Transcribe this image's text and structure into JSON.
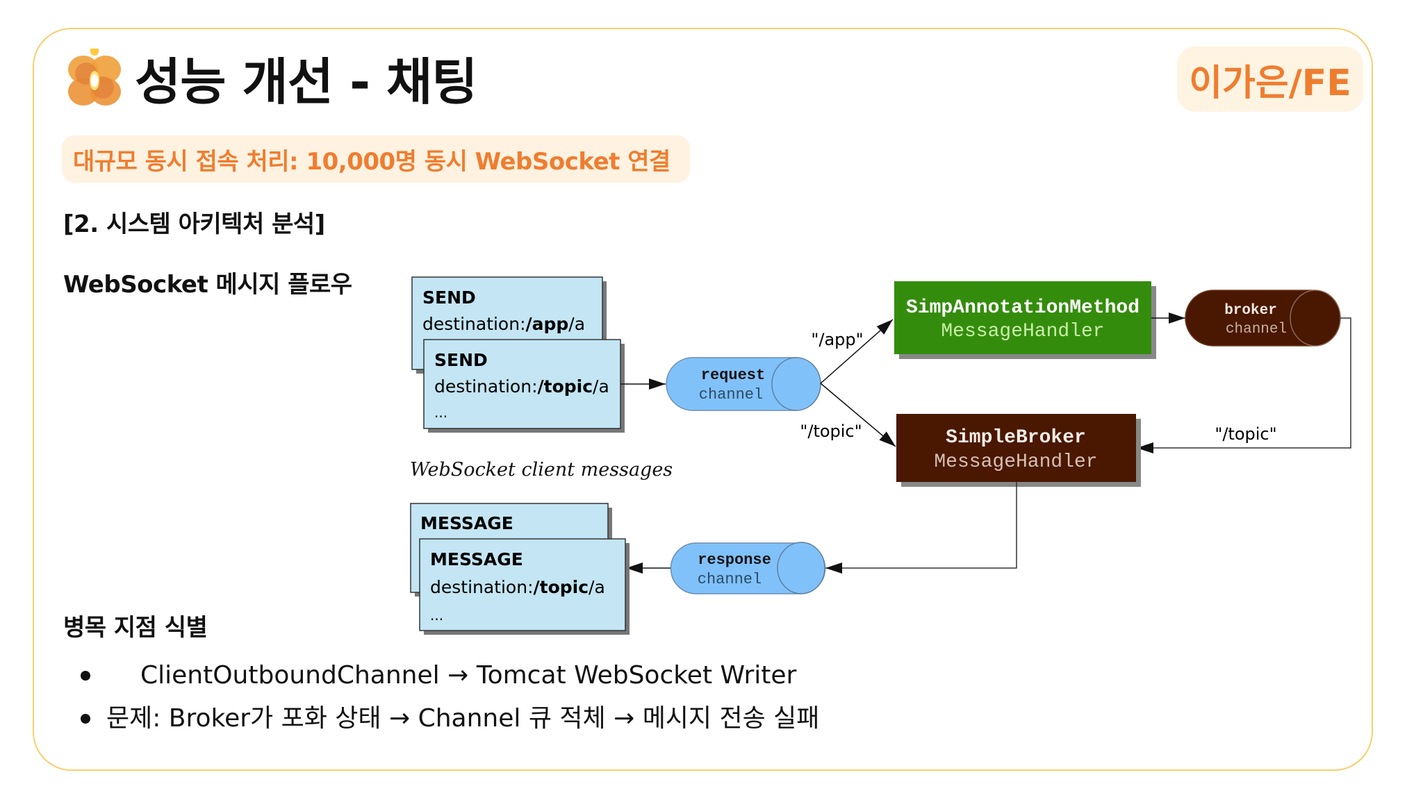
{
  "header": {
    "title": "성능 개선 - 채팅",
    "author_badge": "이가은/FE",
    "logo_icon": "flower-logo-icon"
  },
  "highlight": {
    "text": "대규모 동시 접속 처리: 10,000명 동시 WebSocket 연결"
  },
  "sections": {
    "architecture_heading": "[2. 시스템 아키텍처 분석]",
    "flow_heading": "WebSocket 메시지 플로우",
    "bottleneck_heading": "병목 지점 식별"
  },
  "bullets": [
    {
      "text": "ClientOutboundChannel → Tomcat WebSocket Writer"
    },
    {
      "text": "문제: Broker가 포화 상태 → Channel 큐 적체 → 메시지 전송 실패"
    }
  ],
  "diagram": {
    "send_box_back": {
      "line1": "SEND",
      "line2_prefix": "destination:",
      "line2_bold": "/app",
      "line2_suffix": "/a"
    },
    "send_box_front": {
      "line1": "SEND",
      "line2_prefix": "destination:",
      "line2_bold": "/topic",
      "line2_suffix": "/a",
      "line3": "..."
    },
    "client_messages_caption": "WebSocket client messages",
    "request_channel": {
      "line1": "request",
      "line2": "channel"
    },
    "app_route_label": "\"/app\"",
    "topic_route_label": "\"/topic\"",
    "annotation_handler": {
      "line1": "SimpAnnotationMethod",
      "line2": "MessageHandler"
    },
    "broker_channel": {
      "line1": "broker",
      "line2": "channel"
    },
    "broker_topic_label": "\"/topic\"",
    "simple_broker": {
      "line1": "SimpleBroker",
      "line2": "MessageHandler"
    },
    "response_channel": {
      "line1": "response",
      "line2": "channel"
    },
    "message_box_back": {
      "line1": "MESSAGE"
    },
    "message_box_front": {
      "line1": "MESSAGE",
      "line2_prefix": "destination:",
      "line2_bold": "/topic",
      "line2_suffix": "/a",
      "line3": "..."
    }
  },
  "colors": {
    "accent_orange": "#ef7d2f",
    "card_border": "#f7cf6d",
    "message_box": "#c3e5f4",
    "channel_blue": "#80c1fa",
    "handler_green": "#348c0c",
    "broker_brown": "#4a1700"
  }
}
